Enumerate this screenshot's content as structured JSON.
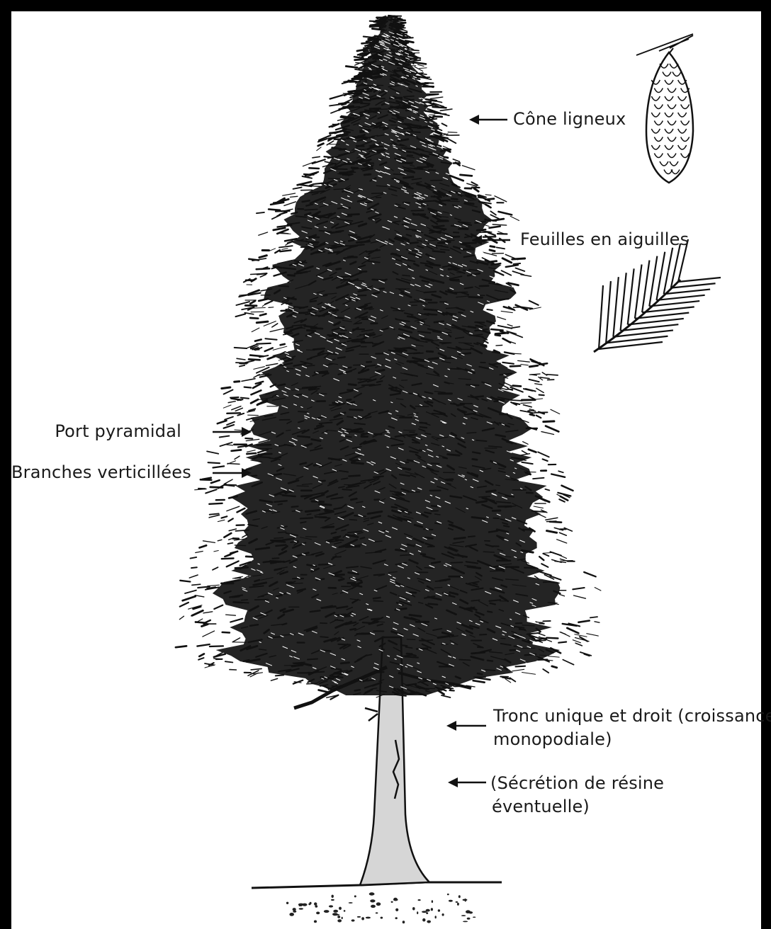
{
  "labels": {
    "cone": "Cône ligneux",
    "needles": "Feuilles en aiguilles",
    "port": "Port pyramidal",
    "branches": "Branches verticillées",
    "trunk_line1": "Tronc unique et droit (croissance",
    "trunk_line2": "monopodiale)",
    "resin_line1": "(Sécrétion de résine",
    "resin_line2": "éventuelle)"
  },
  "colors": {
    "foliage": "#111111",
    "trunk": "#d6d6d6",
    "frame": "#000000"
  },
  "icons": [
    "pine-cone-icon",
    "needle-branch-icon",
    "arrow-left-icon",
    "arrow-right-icon"
  ]
}
